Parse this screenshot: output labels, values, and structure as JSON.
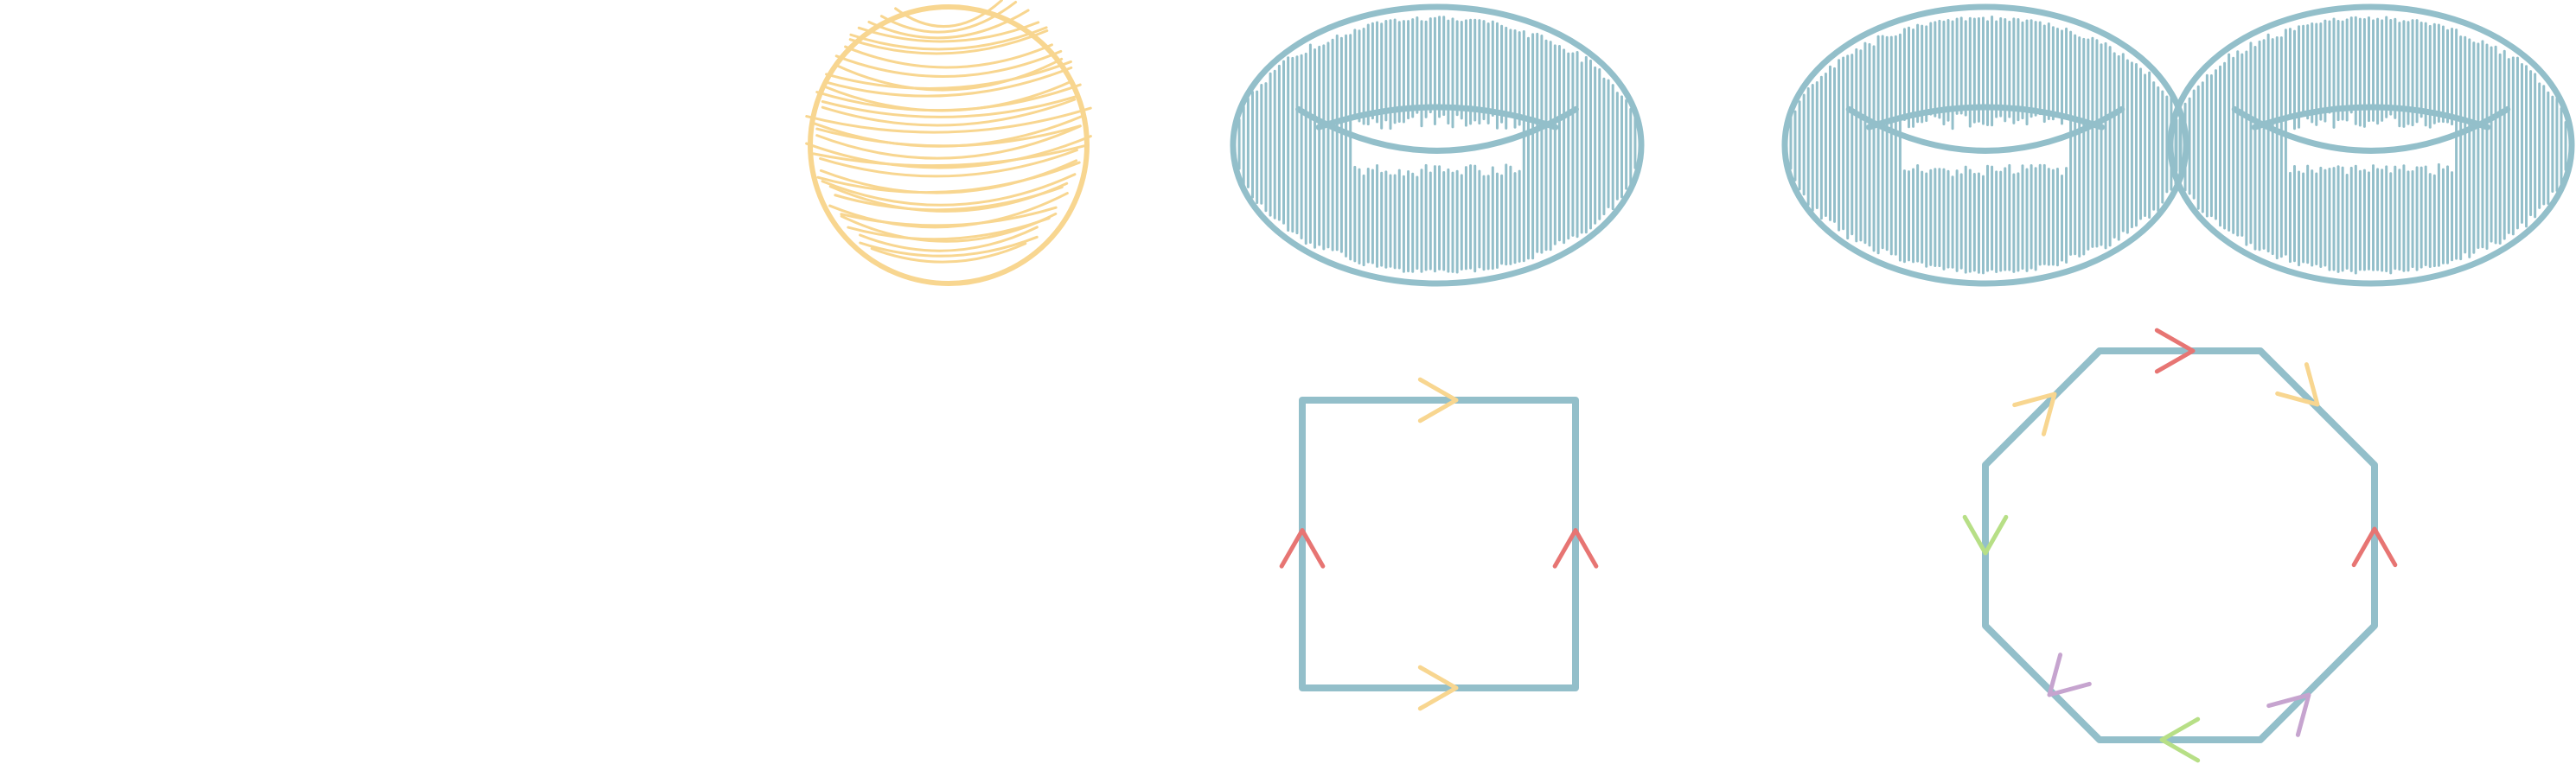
{
  "colors": {
    "background": "#ffffff",
    "surface": "#93bfca",
    "sphere": "#f8d690",
    "edge_red": "#e77573",
    "edge_yellow": "#f8d690",
    "edge_green": "#b7df86",
    "edge_purple": "#c6a4cf"
  },
  "figures": {
    "sphere": {
      "kind": "sphere",
      "hatch_strokes": 34
    },
    "torus": {
      "kind": "torus",
      "genus": 1,
      "hatch_lines": 90
    },
    "double_torus": {
      "kind": "double-torus",
      "genus": 2,
      "hatch_lines": 90
    },
    "square": {
      "kind": "fundamental-polygon",
      "sides": 4,
      "edges": [
        {
          "side": "top",
          "label_color": "edge_yellow",
          "direction": "right"
        },
        {
          "side": "right",
          "label_color": "edge_red",
          "direction": "up"
        },
        {
          "side": "bottom",
          "label_color": "edge_yellow",
          "direction": "right"
        },
        {
          "side": "left",
          "label_color": "edge_red",
          "direction": "up"
        }
      ]
    },
    "octagon": {
      "kind": "fundamental-polygon",
      "sides": 8,
      "edges": [
        {
          "side": "top",
          "label_color": "edge_red",
          "direction": "right"
        },
        {
          "side": "top-right",
          "label_color": "edge_yellow",
          "direction": "down-right"
        },
        {
          "side": "right",
          "label_color": "edge_red",
          "direction": "up"
        },
        {
          "side": "bottom-right",
          "label_color": "edge_purple",
          "direction": "up-right"
        },
        {
          "side": "bottom",
          "label_color": "edge_green",
          "direction": "left"
        },
        {
          "side": "bottom-left",
          "label_color": "edge_purple",
          "direction": "down-left"
        },
        {
          "side": "left",
          "label_color": "edge_green",
          "direction": "down"
        },
        {
          "side": "top-left",
          "label_color": "edge_yellow",
          "direction": "up-right"
        }
      ]
    }
  }
}
